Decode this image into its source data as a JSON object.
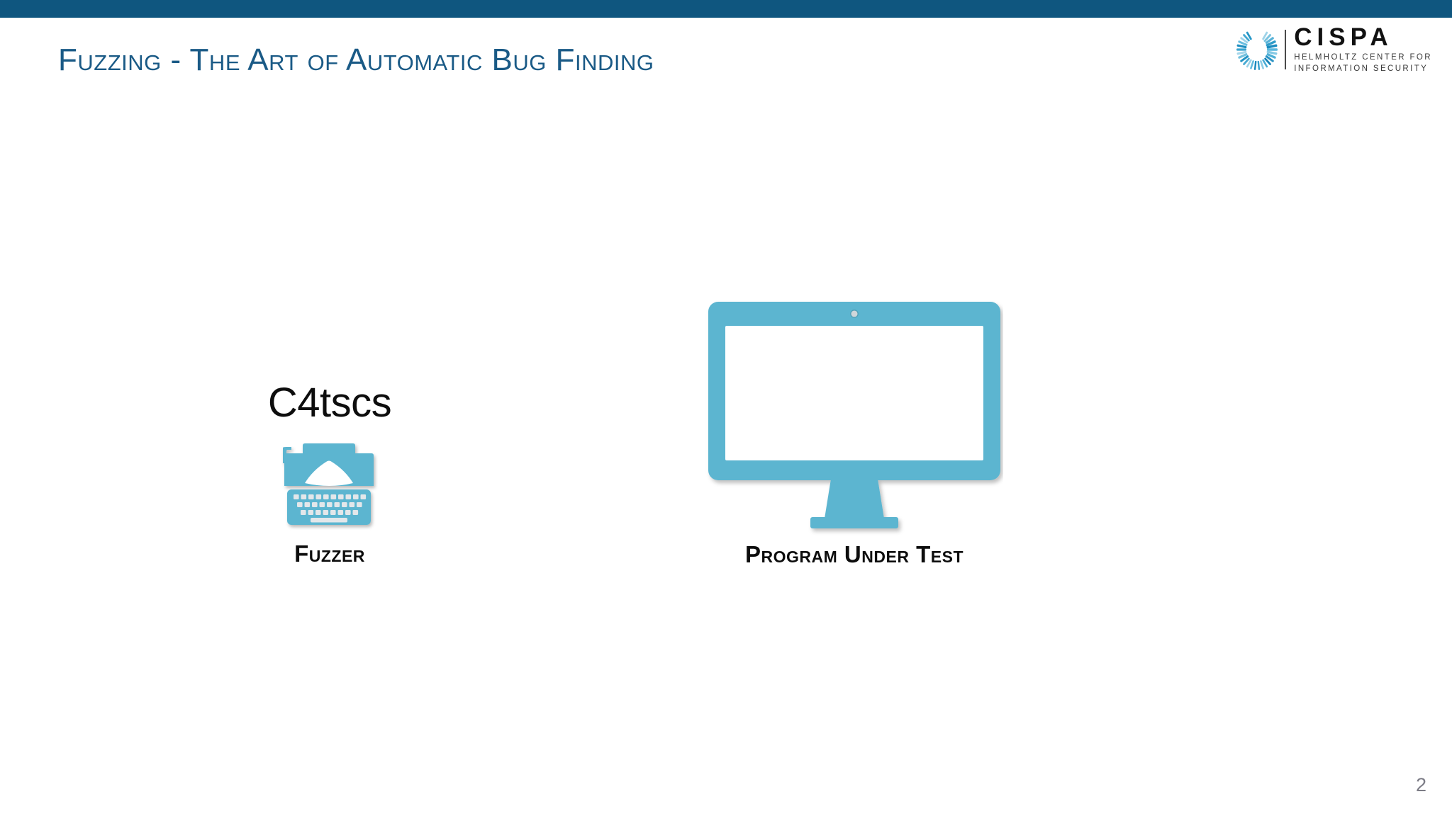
{
  "slide": {
    "background_color": "#ffffff",
    "accent_bar_color": "#0F567F",
    "title": "Fuzzing - The Art of Automatic Bug Finding",
    "title_color": "#1A5A86",
    "page_number": "2"
  },
  "logo": {
    "name": "CISPA",
    "subtitle_line1": "HELMHOLTZ CENTER FOR",
    "subtitle_line2": "INFORMATION SECURITY",
    "mark_icon": "cispa-c-mark-icon",
    "mark_color": "#3FA3CB"
  },
  "diagram": {
    "graphic_color": "#5BB5D0",
    "fuzzer": {
      "seed_text": "C4tscs",
      "icon": "typewriter-icon",
      "label": "Fuzzer"
    },
    "program_under_test": {
      "icon": "monitor-icon",
      "label": "Program Under Test"
    }
  }
}
